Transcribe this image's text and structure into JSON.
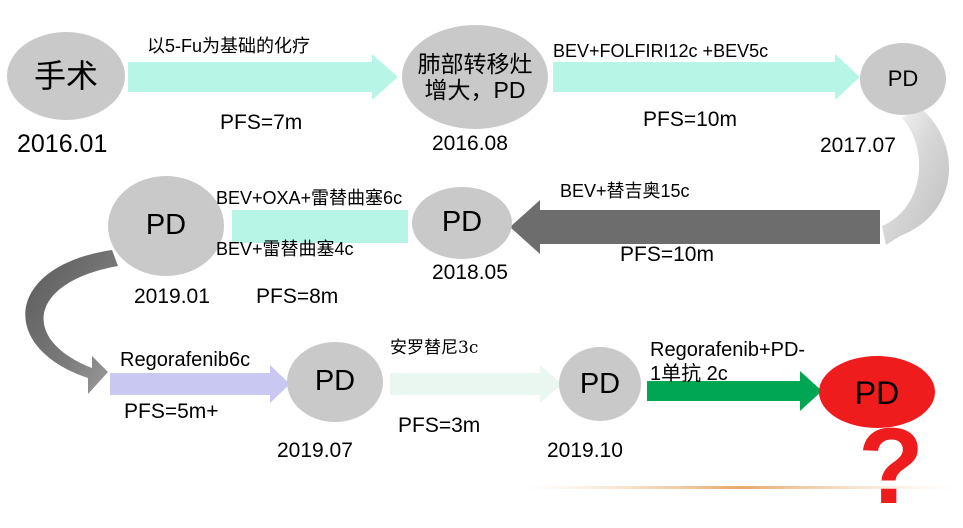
{
  "nodes": {
    "surgery": "手术",
    "lung_enlarge_line1": "肺部转移灶",
    "lung_enlarge_line2": "增大，PD",
    "pd_2017": "PD",
    "pd_2018": "PD",
    "pd_2019_01": "PD",
    "pd_2019_07": "PD",
    "pd_2019_10": "PD",
    "pd_final": "PD"
  },
  "dates": {
    "d2016_01": "2016.01",
    "d2016_08": "2016.08",
    "d2017_07": "2017.07",
    "d2018_05": "2018.05",
    "d2019_01": "2019.01",
    "d2019_07": "2019.07",
    "d2019_10": "2019.10"
  },
  "treatments": {
    "t1": "以5-Fu为基础的化疗",
    "t2": "BEV+FOLFIRI12c +BEV5c",
    "t3": "BEV+替吉奥15c",
    "t4a": "BEV+OXA+雷替曲塞6c",
    "t4b": "BEV+雷替曲塞4c",
    "t5": "Regorafenib6c",
    "t6": "安罗替尼3c",
    "t7_line1": "Regorafenib+PD-",
    "t7_line2": "1单抗 2c"
  },
  "pfs": {
    "p1": "PFS=7m",
    "p2": "PFS=10m",
    "p3": "PFS=10m",
    "p4": "PFS=8m",
    "p5": "PFS=5m+",
    "p6": "PFS=3m"
  },
  "unknown_mark": "?",
  "colors": {
    "node_gray": "#c9c9c9",
    "node_red": "#ee1c1c",
    "arrow_cyan": "#b7f6e6",
    "arrow_dark_gray": "#6d6d6d",
    "arrow_lavender": "#c8c8f2",
    "arrow_pale_mint": "#e9f7f0",
    "arrow_green": "#00a651",
    "question_red": "#ee1c1c"
  }
}
